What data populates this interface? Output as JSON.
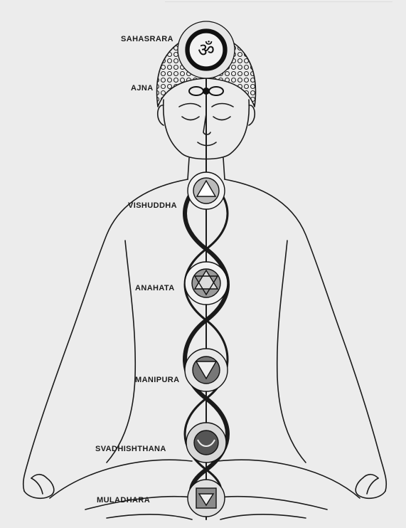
{
  "figure": {
    "chakras": [
      {
        "label": "SAHASRARA"
      },
      {
        "label": "AJNA"
      },
      {
        "label": "VISHUDDHA"
      },
      {
        "label": "ANAHATA"
      },
      {
        "label": "MANIPURA"
      },
      {
        "label": "SVADHISHTHANA"
      },
      {
        "label": "MULADHARA"
      }
    ]
  }
}
